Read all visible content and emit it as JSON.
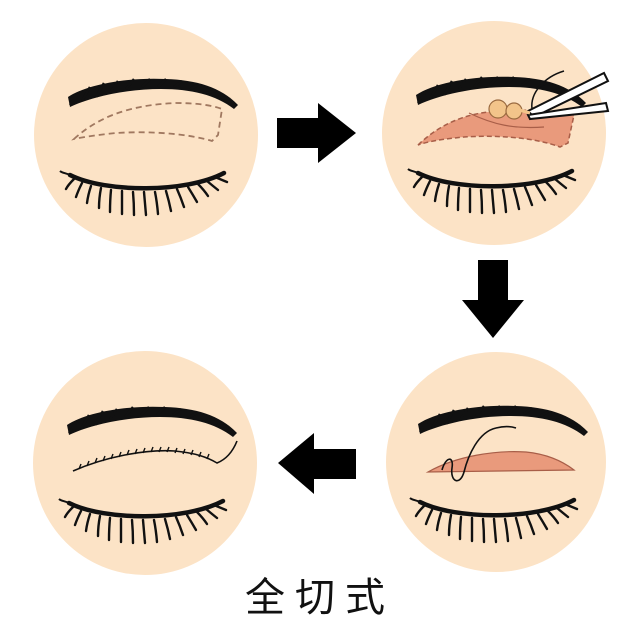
{
  "diagram": {
    "title": "全切式",
    "description": "Full-incision double eyelid surgery steps",
    "colors": {
      "background": "#ffffff",
      "skin": "#fce3c6",
      "incision_fill": "#e99a7c",
      "incision_dash": "#a07860",
      "ink": "#111111"
    },
    "steps": [
      {
        "id": 1,
        "label": "incision marking (dashed outline)"
      },
      {
        "id": 2,
        "label": "tissue removal with forceps"
      },
      {
        "id": 3,
        "label": "suturing"
      },
      {
        "id": 4,
        "label": "closed incision with stitches"
      }
    ],
    "arrows": [
      {
        "direction": "right",
        "from": 1,
        "to": 2
      },
      {
        "direction": "down",
        "from": 2,
        "to": 3
      },
      {
        "direction": "left",
        "from": 3,
        "to": 4
      }
    ]
  }
}
